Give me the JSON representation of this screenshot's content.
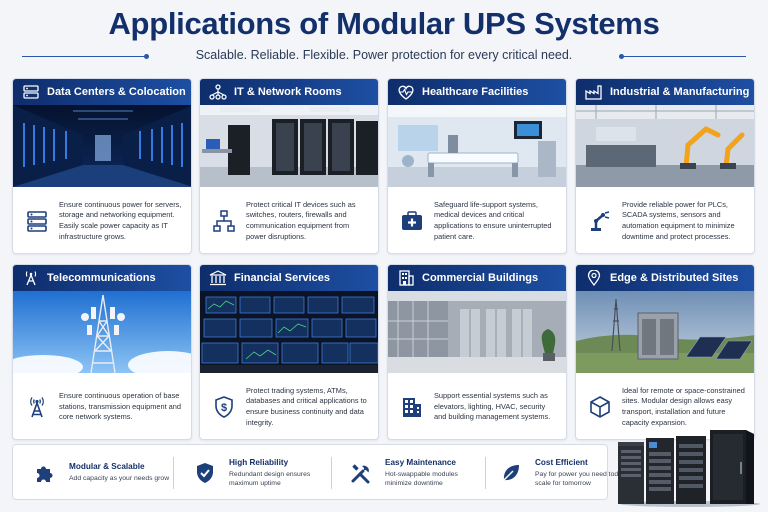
{
  "header": {
    "title": "Applications of Modular UPS Systems",
    "subtitle": "Scalable. Reliable. Flexible. Power protection for every critical need."
  },
  "cards": [
    {
      "title": "Data Centers & Colocation",
      "icon": "server-rack-icon",
      "body_icon": "server-icon",
      "description": "Ensure continuous power for servers, storage and networking equipment. Easily scale power capacity as IT infrastructure grows."
    },
    {
      "title": "IT & Network Rooms",
      "icon": "network-icon",
      "body_icon": "network-topology-icon",
      "description": "Protect critical IT devices such as switches, routers, firewalls and communication equipment from power disruptions."
    },
    {
      "title": "Healthcare Facilities",
      "icon": "heart-pulse-icon",
      "body_icon": "medical-kit-icon",
      "description": "Safeguard life-support systems, medical devices and critical applications to ensure uninterrupted patient care."
    },
    {
      "title": "Industrial & Manufacturing",
      "icon": "factory-icon",
      "body_icon": "robot-arm-icon",
      "description": "Provide reliable power for PLCs, SCADA systems, sensors and automation equipment to minimize downtime and protect processes."
    },
    {
      "title": "Telecommunications",
      "icon": "antenna-icon",
      "body_icon": "tower-icon",
      "description": "Ensure continuous operation of base stations, transmission equipment and core network systems."
    },
    {
      "title": "Financial Services",
      "icon": "bank-icon",
      "body_icon": "dollar-shield-icon",
      "description": "Protect trading systems, ATMs, databases and critical applications to ensure business continuity and data integrity."
    },
    {
      "title": "Commercial Buildings",
      "icon": "building-icon",
      "body_icon": "office-building-icon",
      "description": "Support essential systems such as elevators, lighting, HVAC, security and building management systems."
    },
    {
      "title": "Edge & Distributed Sites",
      "icon": "location-pin-icon",
      "body_icon": "cube-icon",
      "description": "Ideal for remote or space-constrained sites. Modular design allows easy transport, installation and future capacity expansion."
    }
  ],
  "features": [
    {
      "title": "Modular & Scalable",
      "description": "Add capacity as your needs grow",
      "icon": "puzzle-icon"
    },
    {
      "title": "High Reliability",
      "description": "Redundant design ensures maximum uptime",
      "icon": "shield-check-icon"
    },
    {
      "title": "Easy Maintenance",
      "description": "Hot-swappable modules minimize downtime",
      "icon": "tools-icon"
    },
    {
      "title": "Cost Efficient",
      "description": "Pay for power you need today, scale for tomorrow",
      "icon": "leaf-icon"
    }
  ],
  "colors": {
    "title": "#14306b",
    "header_band_start": "#0e2d6b",
    "header_band_end": "#1e4fa3",
    "icon": "#1d3f7a",
    "background": "#f3f5f9"
  }
}
